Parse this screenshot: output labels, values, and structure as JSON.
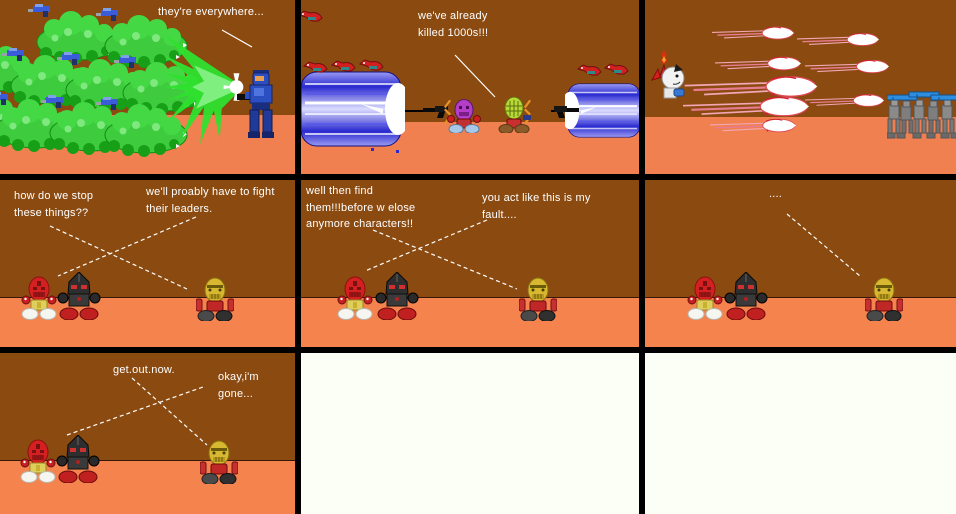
{
  "comic": {
    "panel1": {
      "speech": "they're everywhere..."
    },
    "panel2": {
      "speech": "we've already\nkilled 1000s!!!"
    },
    "panel3": {},
    "panel4": {
      "speech_left": "how do we stop\nthese things??",
      "speech_right": "we'll proably have to fight\ntheir leaders."
    },
    "panel5": {
      "speech_left": "well then find\nthem!!!before w elose\nanymore characters!!",
      "speech_right": "you act like this is my\nfault...."
    },
    "panel6": {
      "speech": "...."
    },
    "panel7": {
      "speech_left": "get.out.now.",
      "speech_right": "okay,i'm\ngone..."
    }
  },
  "palette": {
    "wall_brown": "#8b4a10",
    "floor_orange": "#f08050",
    "panel_border": "#000000",
    "blank_panel": "#fcfff5",
    "speech_text": "#ffffff",
    "creature_green": "#3ecc3e",
    "beam_blue": "#2020c8",
    "blast_green": "#2ee02e",
    "missile_red": "#e04858",
    "toa_red": "#d42020",
    "toa_black": "#2e2e2e",
    "toa_yellow": "#d8b830"
  },
  "icons": {
    "green-creature-sprite": "green blob monster with blue gun",
    "blue-robot-sprite": "blue armored trooper firing green blast",
    "beam-cylinder-sprite": "giant blue energy beam",
    "red-dino-sprite": "small red creature",
    "skull-guy-sprite": "white skull character with red mane and flame",
    "missile-sprite": "white/red missile streak",
    "grey-robots-sprite": "group of grey robots with blue rifles",
    "toa-red-sprite": "seated red-masked figure",
    "toa-black-sprite": "seated black armored figure",
    "toa-yellow-sprite": "seated yellow-masked figure"
  }
}
